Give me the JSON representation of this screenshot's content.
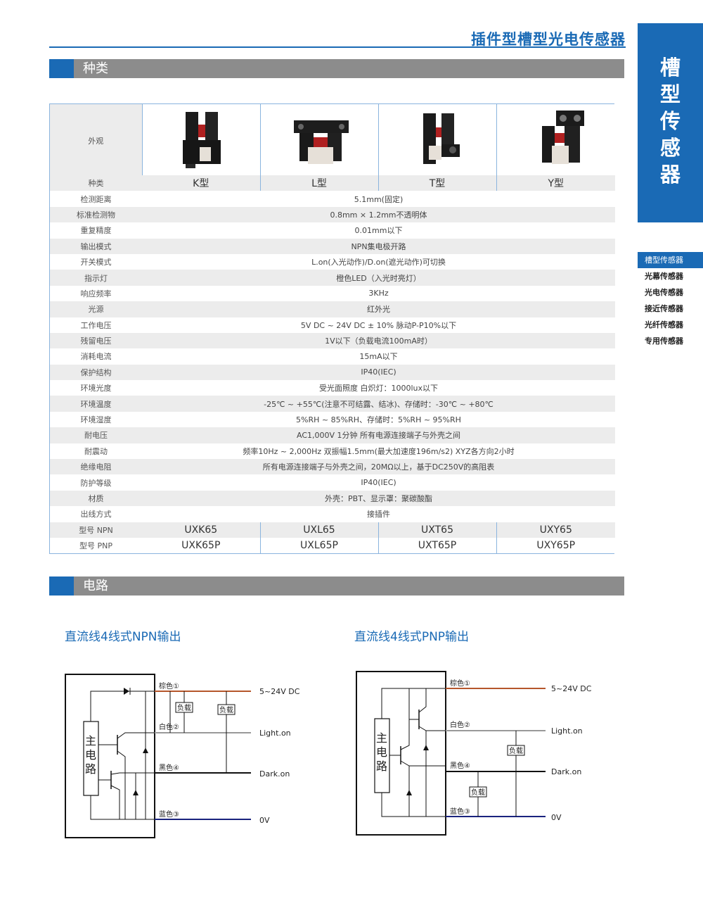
{
  "header": {
    "title": "插件型槽型光电传感器"
  },
  "side_tab": {
    "chars": [
      "槽",
      "型",
      "传",
      "感",
      "器"
    ]
  },
  "side_nav": {
    "items": [
      "槽型传感器",
      "光幕传感器",
      "光电传感器",
      "接近传感器",
      "光纤传感器",
      "专用传感器"
    ]
  },
  "section_types": {
    "label": "种类"
  },
  "section_circuit": {
    "label": "电路"
  },
  "table": {
    "appearance_label": "外观",
    "rows": [
      {
        "label": "种类",
        "cells": [
          "K型",
          "L型",
          "T型",
          "Y型"
        ]
      },
      {
        "label": "检测距离",
        "value": "5.1mm(固定)"
      },
      {
        "label": "标准检测物",
        "value": "0.8mm × 1.2mm不透明体"
      },
      {
        "label": "重复精度",
        "value": "0.01mm以下"
      },
      {
        "label": "输出模式",
        "value": "NPN集电极开路"
      },
      {
        "label": "开关模式",
        "value": "L.on(入光动作)/D.on(遮光动作)可切换"
      },
      {
        "label": "指示灯",
        "value": "橙色LED（入光时亮灯）"
      },
      {
        "label": "响应频率",
        "value": "3KHz"
      },
      {
        "label": "光源",
        "value": "红外光"
      },
      {
        "label": "工作电压",
        "value": "5V DC ~ 24V DC ± 10%    脉动P-P10%以下"
      },
      {
        "label": "残留电压",
        "value": "1V以下（负载电流100mA时）"
      },
      {
        "label": "消耗电流",
        "value": "15mA以下"
      },
      {
        "label": "保护结构",
        "value": "IP40(IEC)"
      },
      {
        "label": "环境光度",
        "value": "受光面照度 白炽灯：1000lux以下"
      },
      {
        "label": "环境温度",
        "value": "-25℃ ~ +55℃(注意不可结露、结冰)、存储时：-30℃ ~ +80℃"
      },
      {
        "label": "环境湿度",
        "value": "5%RH ~ 85%RH、存储时：5%RH ~ 95%RH"
      },
      {
        "label": "耐电压",
        "value": "AC1,000V 1分钟    所有电源连接端子与外壳之间"
      },
      {
        "label": "耐震动",
        "value": "频率10Hz ~ 2,000Hz    双振幅1.5mm(最大加速度196m/s2)    XYZ各方向2小时"
      },
      {
        "label": "绝缘电阻",
        "value": "所有电源连接端子与外壳之间，20MΩ以上，基于DC250V的高阻表"
      },
      {
        "label": "防护等级",
        "value": "IP40(IEC)"
      },
      {
        "label": "材质",
        "value": "外壳：PBT、显示罩：聚碳酸酯"
      },
      {
        "label": "出线方式",
        "value": "接插件"
      },
      {
        "label": "型号    NPN",
        "cells": [
          "UXK65",
          "UXL65",
          "UXT65",
          "UXY65"
        ]
      },
      {
        "label": "型号    PNP",
        "cells": [
          "UXK65P",
          "UXL65P",
          "UXT65P",
          "UXY65P"
        ]
      }
    ]
  },
  "circuits": {
    "npn": {
      "title": "直流线4线式NPN输出",
      "main_label": [
        "主",
        "电",
        "路"
      ],
      "wires": [
        "棕色①",
        "白色②",
        "黑色④",
        "蓝色③"
      ],
      "outputs": [
        "5~24V DC",
        "Light.on",
        "Dark.on",
        "0V"
      ],
      "load": "负载"
    },
    "pnp": {
      "title": "直流线4线式PNP输出",
      "main_label": [
        "主",
        "电",
        "路"
      ],
      "wires": [
        "棕色①",
        "白色②",
        "黑色④",
        "蓝色③"
      ],
      "outputs": [
        "5~24V DC",
        "Light.on",
        "Dark.on",
        "0V"
      ],
      "load": "负载"
    }
  },
  "colors": {
    "accent": "#1a6ab5",
    "section_gray": "#8c8c8c",
    "brown_wire": "#b5562b",
    "blue_wire": "#1a237e",
    "white_wire": "#999999"
  }
}
